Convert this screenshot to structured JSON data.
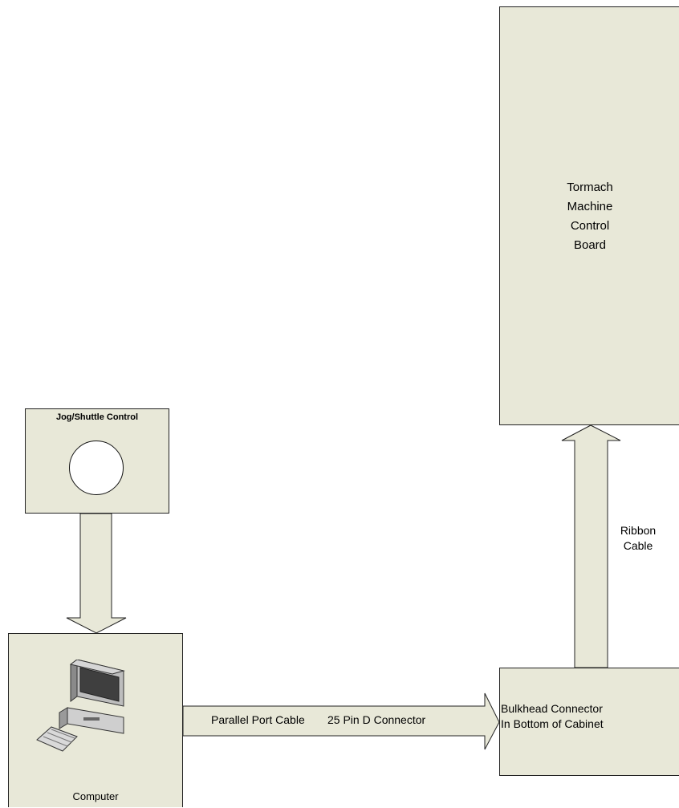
{
  "colors": {
    "box_fill": "#e8e8d8",
    "outline": "#222222"
  },
  "nodes": {
    "control_board": {
      "lines": [
        "Tormach",
        "Machine",
        "Control",
        "Board"
      ]
    },
    "jog": {
      "title": "Jog/Shuttle Control",
      "icon": "dial-circle-icon"
    },
    "computer": {
      "label": "Computer",
      "icon": "computer-icon"
    },
    "bulkhead": {
      "lines": [
        "Bulkhead Connector",
        "In Bottom of Cabinet"
      ]
    }
  },
  "edges": {
    "parallel": {
      "label_a": "Parallel Port Cable",
      "label_b": "25 Pin D  Connector"
    },
    "ribbon": {
      "lines": [
        "Ribbon",
        "Cable"
      ]
    }
  }
}
